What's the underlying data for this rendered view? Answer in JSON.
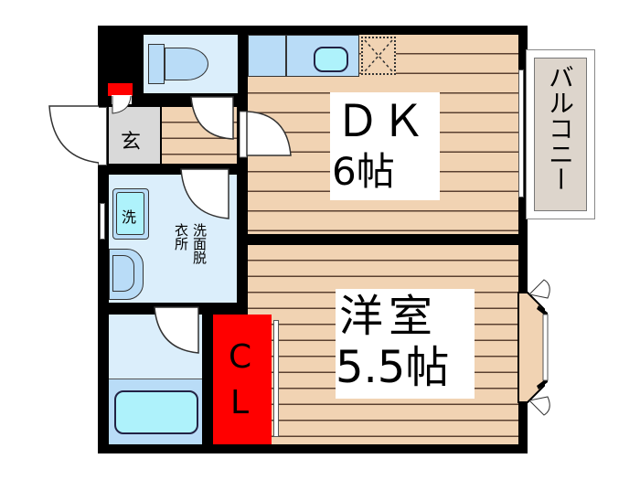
{
  "floor_plan": {
    "rooms": {
      "dk": {
        "name": "ＤＫ",
        "size": "6帖"
      },
      "western_room": {
        "name": "洋室",
        "size": "5.5帖"
      },
      "closet": {
        "label_line1": "C",
        "label_line2": "L"
      },
      "balcony": {
        "label": "バルコニー"
      },
      "entrance": {
        "label": "玄"
      },
      "washroom": {
        "label_col1": "洗面脱",
        "label_col2": "衣所"
      },
      "washing_machine": {
        "label": "洗"
      }
    },
    "colors": {
      "wall": "#000000",
      "wood_floor": "#f1d3b3",
      "wet_area": "#dbeefb",
      "fixture": "#b9dcf7",
      "water": "#aef2fb",
      "closet": "#ff0000",
      "balcony": "#ddd5cc",
      "entrance_floor": "#d9d9d9"
    }
  }
}
